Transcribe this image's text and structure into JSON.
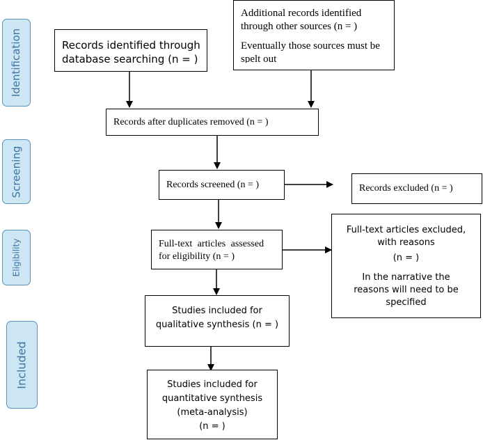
{
  "phases": {
    "identification": "Identification",
    "screening": "Screening",
    "eligibility": "Eligibility",
    "included": "Included"
  },
  "boxes": {
    "database_search": [
      "Records identified through",
      "database searching (n =    )"
    ],
    "other_sources": {
      "lines": [
        "Additional records identified",
        "through other sources (n =   )"
      ],
      "note": [
        "Eventually those sources must be",
        "spelt out"
      ]
    },
    "after_duplicates": "Records after duplicates removed (n =    )",
    "screened": "Records screened (n =    )",
    "excluded": "Records excluded (n =    )",
    "full_text_assessed": [
      "Full-text articles assessed",
      "for eligibility (n =    )"
    ],
    "full_text_excluded": {
      "lines": [
        "Full-text articles excluded,",
        "with reasons",
        "(n =    )"
      ],
      "note": [
        "In the narrative the",
        "reasons will need to be",
        "specified"
      ]
    },
    "qualitative": [
      "Studies included for",
      "qualitative synthesis (n =   )"
    ],
    "quantitative": [
      "Studies included for",
      "quantitative synthesis",
      "(meta-analysis)",
      "(n =    )"
    ]
  },
  "colors": {
    "phase_fill": "#cde6f4",
    "phase_border": "#5b8fb5",
    "phase_text": "#3f73a2",
    "box_border": "#000000"
  }
}
